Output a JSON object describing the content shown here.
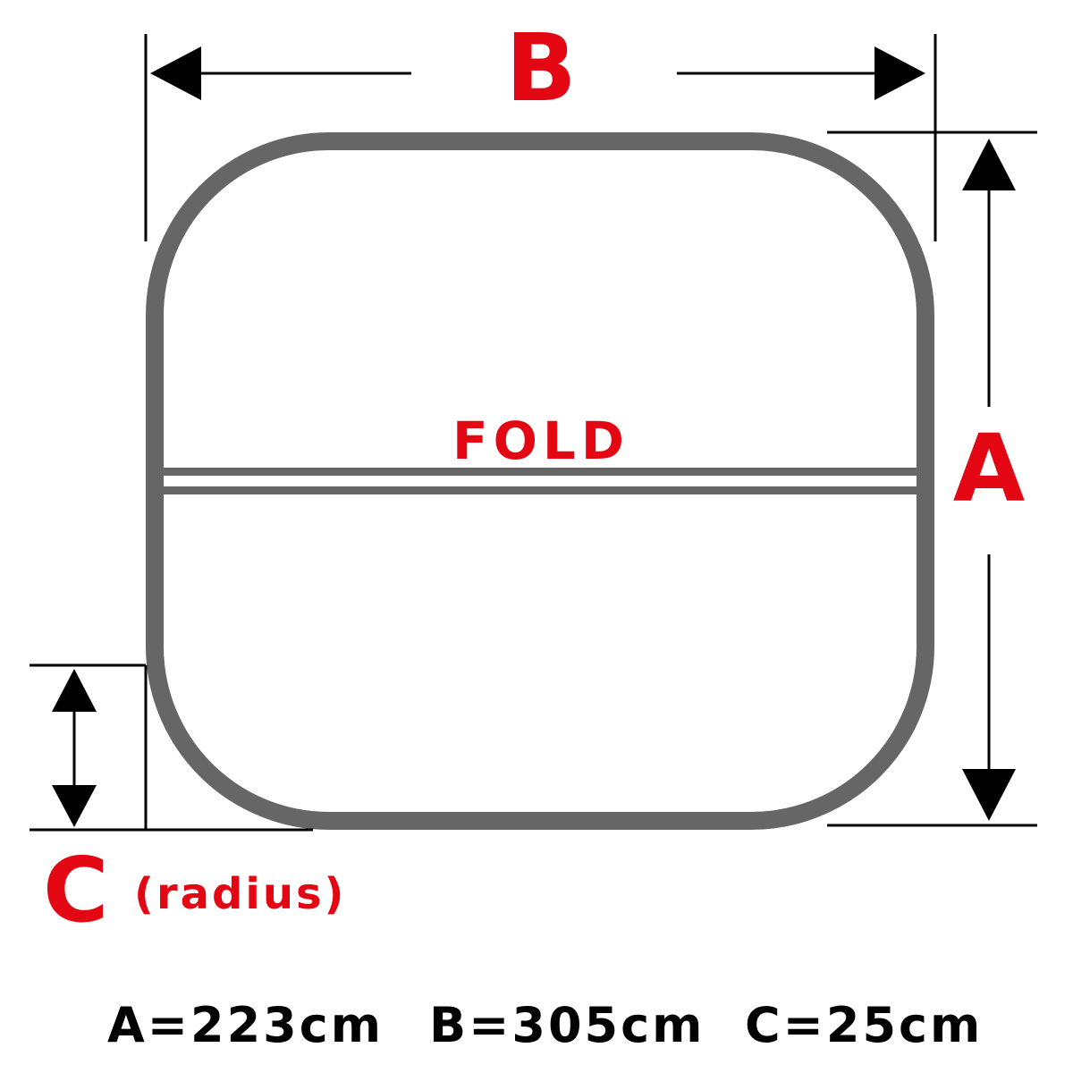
{
  "colors": {
    "accent": "#e30613",
    "outline": "#666666",
    "dimension": "#000000"
  },
  "labels": {
    "b": "B",
    "a": "A",
    "c": "C",
    "c_note": "(radius)",
    "fold": "FOLD"
  },
  "dimensions": [
    {
      "text": "A=223cm"
    },
    {
      "text": "B=305cm"
    },
    {
      "text": "C=25cm"
    }
  ]
}
